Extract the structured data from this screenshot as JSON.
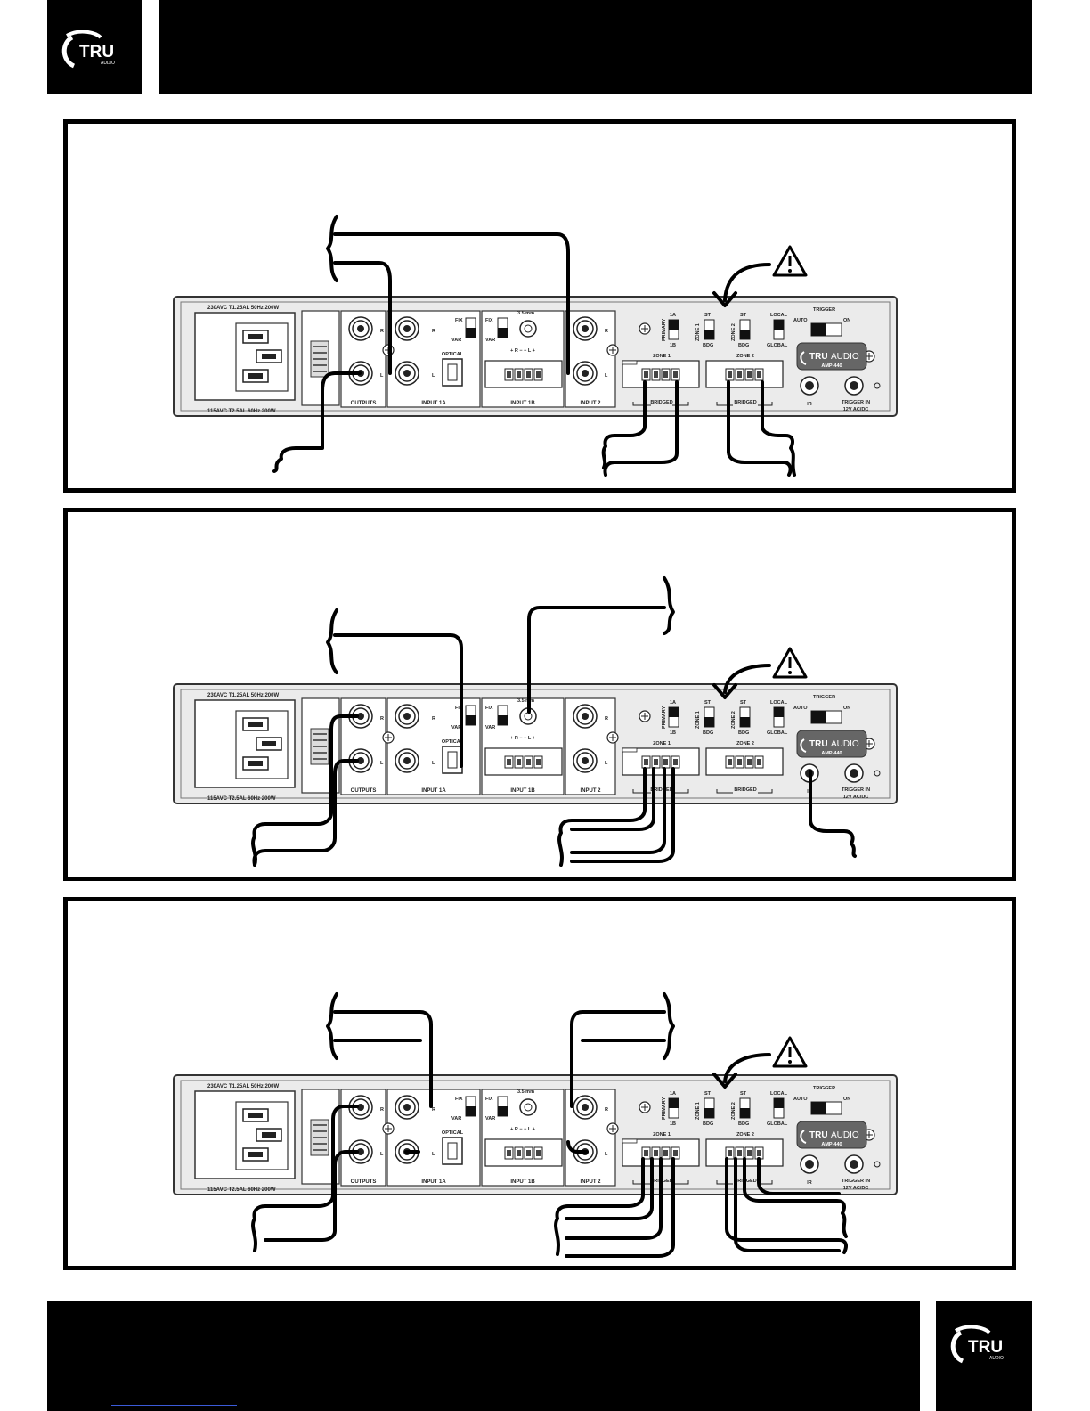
{
  "logo": {
    "brand": "TRU",
    "sub": "AUDIO"
  },
  "amp": {
    "power_top": "230AVC T1.25AL 50Hz 200W",
    "power_bottom": "115AVC T2.5AL 60Hz 200W",
    "outputs": "OUTPUTS",
    "input_1a": "INPUT 1A",
    "input_1b": "INPUT 1B",
    "input_2": "INPUT 2",
    "optical": "OPTICAL",
    "fix": "FIX",
    "var": "VAR",
    "mm": "3.5 mm",
    "r": "R",
    "l": "L",
    "plus_r_minus": "+ R − − L +",
    "primary": "PRIMARY",
    "one_a": "1A",
    "one_b": "1B",
    "zone1": "ZONE 1",
    "zone2": "ZONE 2",
    "st": "ST",
    "bdg": "BDG",
    "local": "LOCAL",
    "global": "GLOBAL",
    "trigger": "TRIGGER",
    "auto": "AUTO",
    "on": "ON",
    "brand_tru": "TRU",
    "brand_audio": "AUDIO",
    "model": "AMP-440",
    "bridged": "BRIDGED",
    "ir": "IR",
    "trigger_in": "TRIGGER IN",
    "trigger_volt": "12V AC/DC"
  },
  "panels": [
    {
      "id": "panel-1"
    },
    {
      "id": "panel-2"
    },
    {
      "id": "panel-3"
    }
  ],
  "colors": {
    "ink": "#000000",
    "panel_fill": "#ebebeb",
    "link": "#3b5bd9"
  }
}
